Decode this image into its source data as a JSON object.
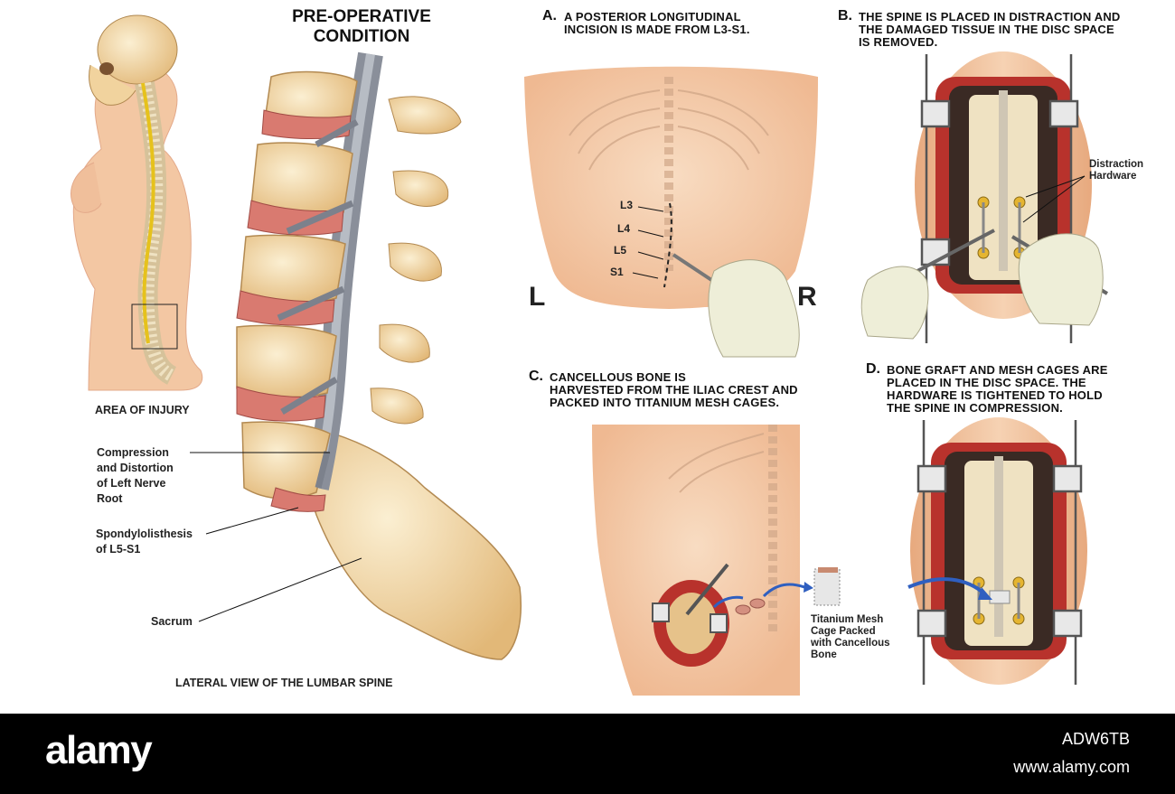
{
  "figure": {
    "preop_title": "PRE-OPERATIVE\nCONDITION",
    "area_of_injury": "AREA OF INJURY",
    "lateral_view": "LATERAL VIEW OF THE LUMBAR SPINE",
    "labels": {
      "compression": "Compression\nand Distortion\nof Left Nerve\nRoot",
      "spondylolisthesis": "Spondylolisthesis\nof L5-S1",
      "sacrum": "Sacrum"
    }
  },
  "panel_a": {
    "letter": "A.",
    "text": "A POSTERIOR LONGITUDINAL\nINCISION IS MADE FROM L3-S1.",
    "left_side": "L",
    "right_side": "R",
    "vertebrae": [
      "L3",
      "L4",
      "L5",
      "S1"
    ]
  },
  "panel_b": {
    "letter": "B.",
    "text": "THE SPINE IS PLACED IN DISTRACTION AND\nTHE DAMAGED TISSUE IN THE DISC SPACE\nIS REMOVED.",
    "label": "Distraction\nHardware"
  },
  "panel_c": {
    "letter": "C.",
    "text": "CANCELLOUS BONE IS\nHARVESTED FROM THE ILIAC CREST AND\nPACKED INTO TITANIUM MESH CAGES.",
    "label": "Titanium Mesh\nCage Packed\nwith Cancellous\nBone"
  },
  "panel_d": {
    "letter": "D.",
    "text": "BONE GRAFT AND MESH CAGES ARE\nPLACED IN THE DISC SPACE. THE\nHARDWARE IS TIGHTENED TO HOLD\nTHE SPINE IN COMPRESSION."
  },
  "footer": {
    "brand": "alamy",
    "image_id": "ADW6TB",
    "url": "www.alamy.com"
  },
  "colors": {
    "skin": "#f3c9a6",
    "bone": "#f2d9a8",
    "disc": "#d97a70",
    "nerve": "#8a8f9a",
    "tissue": "#b8322c",
    "arrow": "#2f5fc0",
    "footer_bg": "#000000"
  }
}
